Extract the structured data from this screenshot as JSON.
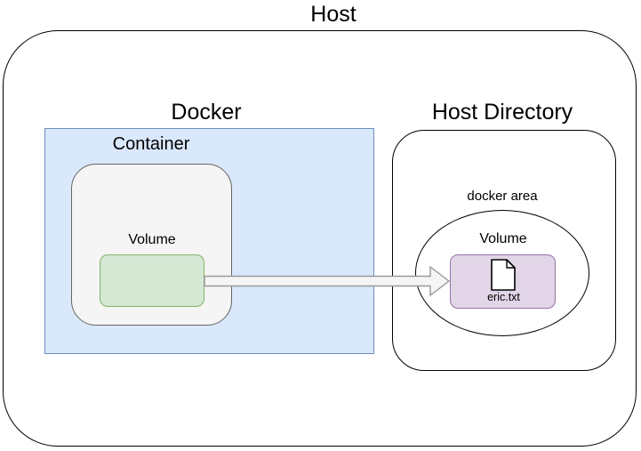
{
  "diagram": {
    "host": {
      "label": "Host"
    },
    "docker": {
      "label": "Docker"
    },
    "container": {
      "label": "Container"
    },
    "container_volume": {
      "label": "Volume"
    },
    "host_directory": {
      "label": "Host Directory"
    },
    "docker_area": {
      "label": "docker area"
    },
    "host_volume": {
      "label": "Volume",
      "file_name": "eric.txt"
    },
    "icons": {
      "file_icon": "document-with-folded-corner"
    },
    "colors": {
      "outline": "#000000",
      "docker_fill": "#dae8fc",
      "docker_border": "#6c8ebf",
      "container_fill": "#f5f5f5",
      "container_border": "#666666",
      "volume_green_fill": "#d5e8d4",
      "volume_green_border": "#82b366",
      "volume_purple_fill": "#e1d5e7",
      "volume_purple_border": "#9673a6",
      "arrow_fill": "#f5f5f5",
      "arrow_border": "#999999"
    }
  }
}
